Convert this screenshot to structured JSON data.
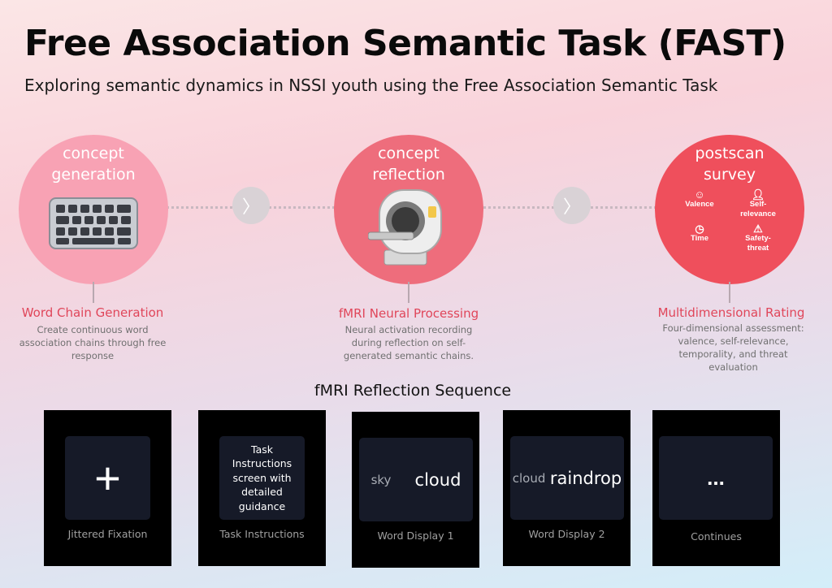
{
  "header": {
    "title": "Free Association Semantic Task (FAST)",
    "subtitle": "Exploring semantic dynamics in NSSI youth using the Free Association Semantic Task"
  },
  "stages": [
    {
      "title_line1": "concept",
      "title_line2": "generation",
      "icon": "keyboard-icon",
      "label": "Word Chain Generation",
      "description": "Create continuous word association chains through free response"
    },
    {
      "title_line1": "concept",
      "title_line2": "reflection",
      "icon": "mri-scanner-icon",
      "label": "fMRI Neural Processing",
      "description": "Neural activation recording during reflection on self-generated semantic chains."
    },
    {
      "title_line1": "postscan",
      "title_line2": "survey",
      "label": "Multidimensional Rating",
      "description": "Four-dimensional assessment: valence, self-relevance, temporality, and threat evaluation",
      "dimensions": [
        {
          "label": "Valence",
          "icon": "smiley-icon"
        },
        {
          "label": "Self-relevance",
          "icon": "person-icon"
        },
        {
          "label": "Time",
          "icon": "clock-icon"
        },
        {
          "label": "Safety-threat",
          "icon": "warning-icon"
        }
      ]
    }
  ],
  "arrow_glyph": "〉",
  "sequence": {
    "title": "fMRI Reflection Sequence",
    "panels": [
      {
        "label": "Jittered Fixation",
        "content": "+"
      },
      {
        "label": "Task Instructions",
        "content": "Task Instructions screen with detailed guidance"
      },
      {
        "label": "Word Display 1",
        "prev_word": "sky",
        "word": "cloud"
      },
      {
        "label": "Word Display 2",
        "prev_word": "cloud",
        "word": "raindrop"
      },
      {
        "label": "Continues",
        "content": "..."
      }
    ]
  },
  "colors": {
    "stage1": "#f8a2b4",
    "stage2": "#ee6d7c",
    "stage3": "#ef4f5c",
    "label": "#e0465a"
  }
}
